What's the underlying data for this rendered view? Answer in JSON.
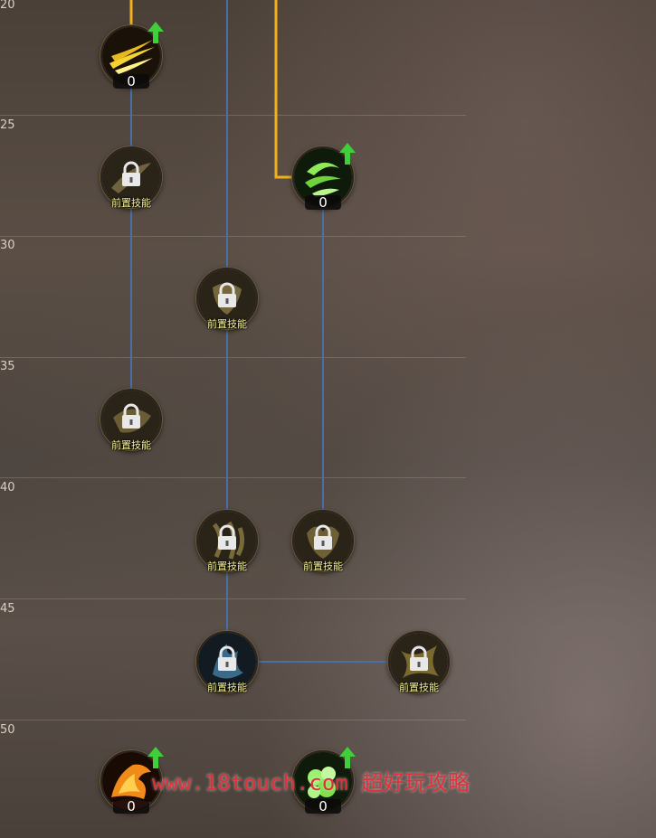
{
  "levels": [
    "20",
    "25",
    "30",
    "35",
    "40",
    "45",
    "50"
  ],
  "skills": [
    {
      "id": "lv20-col1",
      "state": "unlocked",
      "points": "0",
      "upgradeable": true,
      "icon": "yellow-slash-icon"
    },
    {
      "id": "lv25-col1",
      "state": "locked",
      "label": "前置技能",
      "icon": "locked-skill-icon"
    },
    {
      "id": "lv25-col3",
      "state": "unlocked",
      "points": "0",
      "upgradeable": true,
      "icon": "green-swirl-icon"
    },
    {
      "id": "lv30-col2",
      "state": "locked",
      "label": "前置技能",
      "icon": "locked-skill-icon"
    },
    {
      "id": "lv35-col1",
      "state": "locked",
      "label": "前置技能",
      "icon": "locked-skill-icon"
    },
    {
      "id": "lv40-col2",
      "state": "locked",
      "label": "前置技能",
      "icon": "locked-skill-icon"
    },
    {
      "id": "lv40-col3",
      "state": "locked",
      "label": "前置技能",
      "icon": "locked-skill-icon"
    },
    {
      "id": "lv45-col2",
      "state": "locked",
      "label": "前置技能",
      "icon": "locked-skill-icon"
    },
    {
      "id": "lv45-col4",
      "state": "locked",
      "label": "前置技能",
      "icon": "locked-skill-icon"
    },
    {
      "id": "lv50-col1",
      "state": "unlocked",
      "points": "0",
      "upgradeable": true,
      "icon": "fire-dragon-icon"
    },
    {
      "id": "lv50-col3",
      "state": "unlocked",
      "points": "0",
      "upgradeable": true,
      "icon": "green-burst-icon"
    }
  ],
  "watermark": "www.18touch.com 超好玩攻略",
  "colors": {
    "active_link": "#f2b01e",
    "inactive_link": "#4a6fa8",
    "upgrade_arrow": "#3fcf3a",
    "prereq_text": "#f3f09a"
  }
}
